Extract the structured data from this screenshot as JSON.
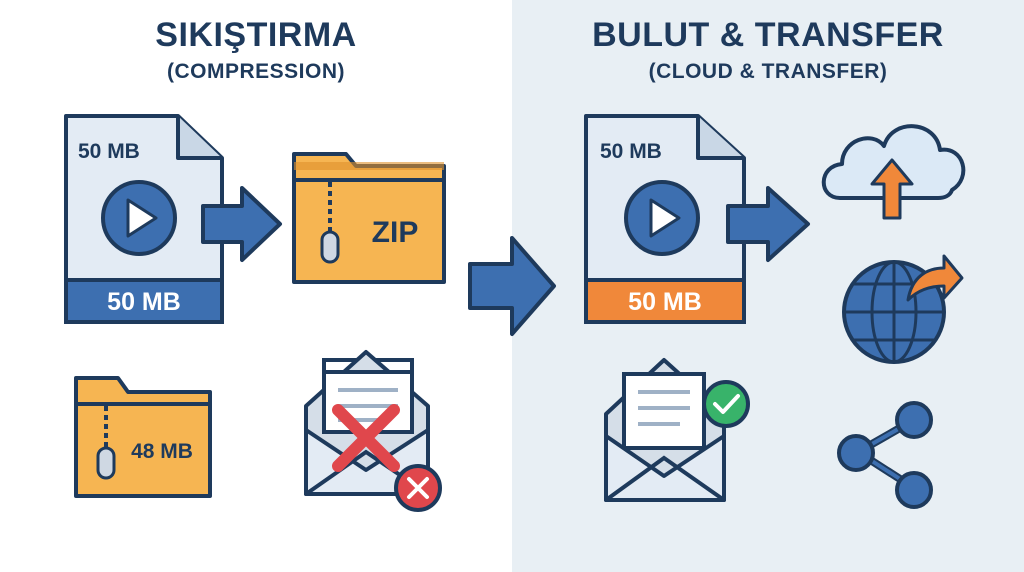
{
  "left_panel": {
    "title": "SIKIŞTIRMA",
    "subtitle": "(COMPRESSION)",
    "file_top_label": "50 MB",
    "file_bottom_label": "50 MB",
    "zip_label": "ZIP",
    "small_folder_label": "48 MB"
  },
  "right_panel": {
    "title": "BULUT & TRANSFER",
    "subtitle": "(CLOUD & TRANSFER)",
    "file_top_label": "50 MB",
    "file_bottom_label": "50 MB"
  },
  "colors": {
    "navy": "#1e3a5c",
    "blue_accent": "#3d6fb0",
    "orange_accent": "#f0883a",
    "folder_fill": "#f6b552",
    "doc_fill": "#e3ebf4",
    "error_red": "#e0474c",
    "success_green": "#38b36a",
    "right_panel_bg": "#e8eff4"
  },
  "icons": [
    "video-file-icon",
    "arrow-right-icon",
    "zip-folder-icon",
    "email-rejected-icon",
    "error-x-icon",
    "cloud-upload-icon",
    "globe-share-icon",
    "email-success-icon",
    "check-icon",
    "share-icon"
  ]
}
